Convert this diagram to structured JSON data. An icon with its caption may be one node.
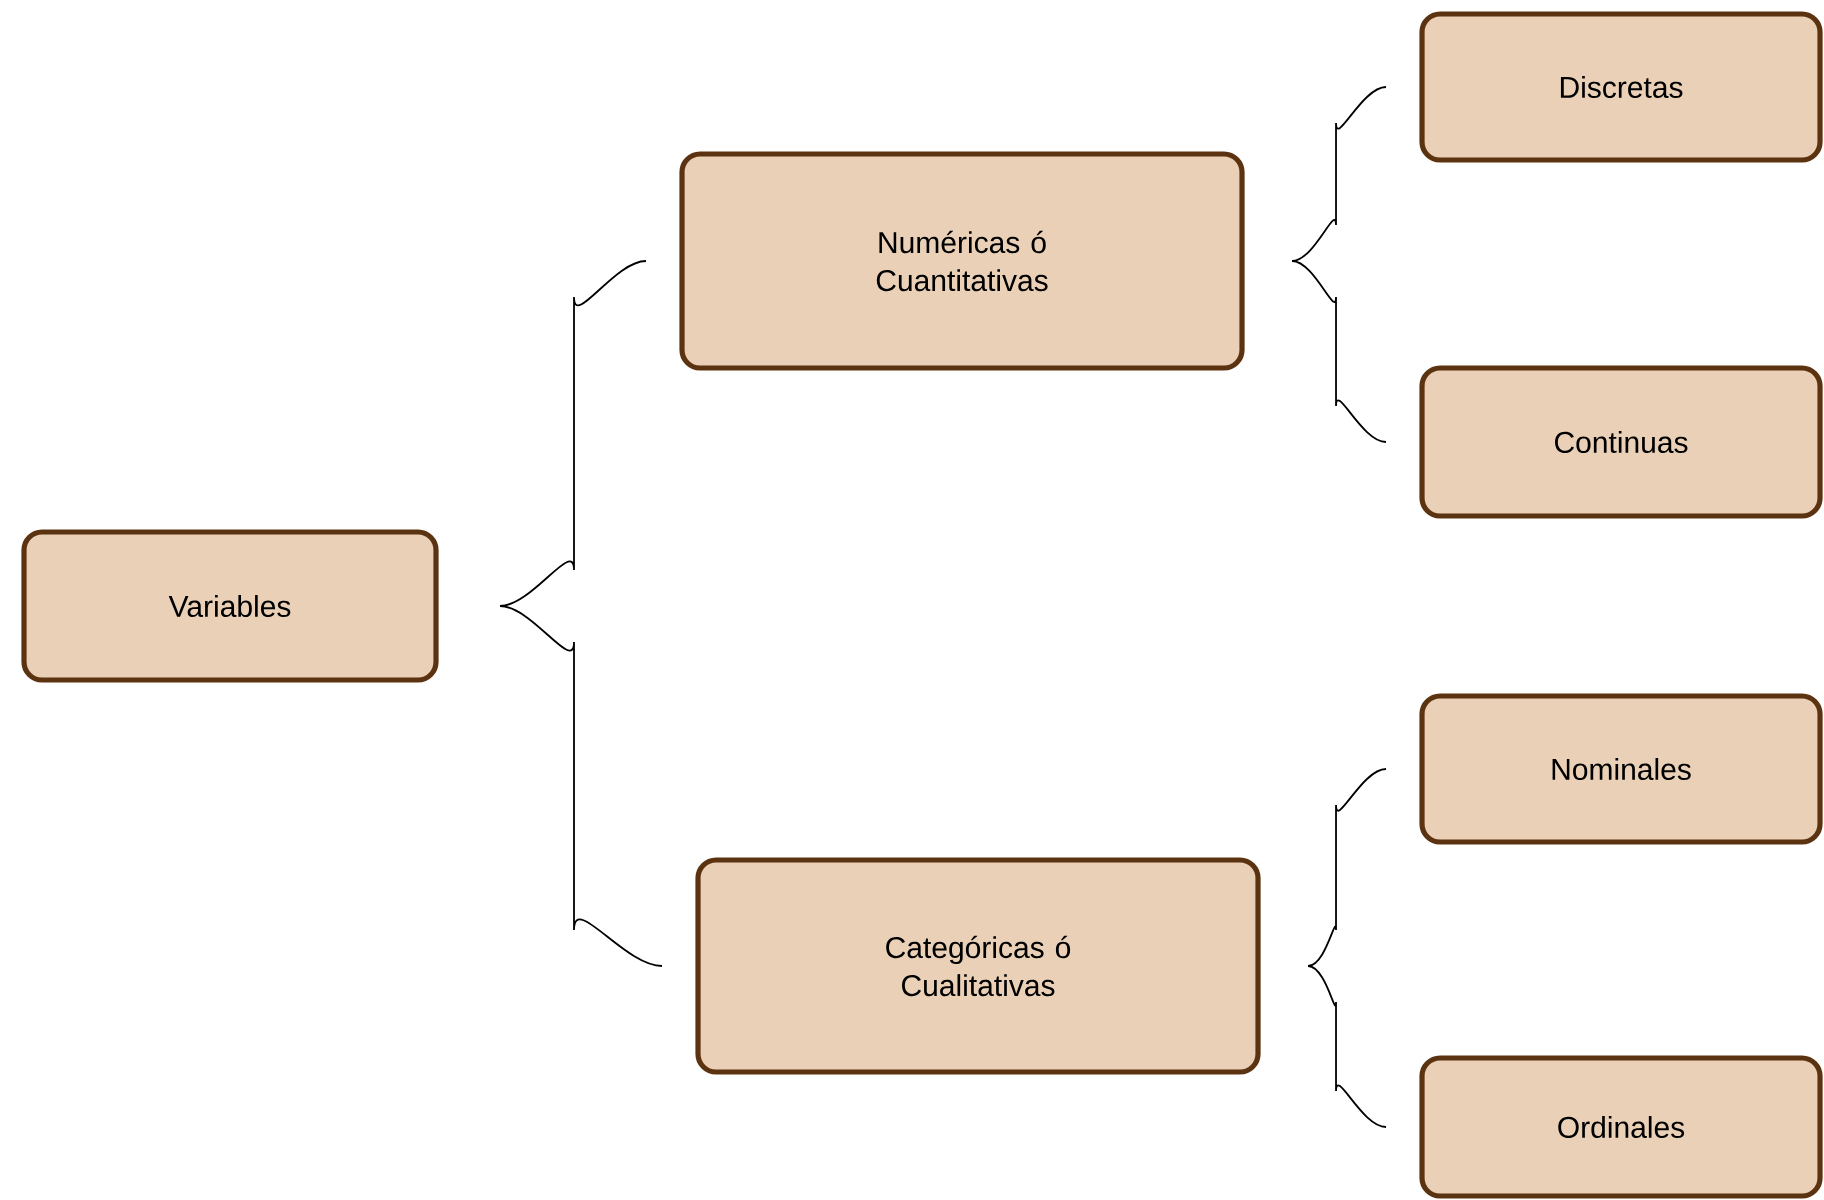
{
  "diagram": {
    "nodes": [
      {
        "text": [
          "Variables"
        ]
      },
      {
        "text": [
          "Numéricas ó Cuantitativas"
        ]
      },
      {
        "text": [
          "Categóricas ó Cualitativas"
        ]
      },
      {
        "text": [
          "Discretas"
        ]
      },
      {
        "text": [
          "Continuas"
        ]
      },
      {
        "text": [
          "Nominales"
        ]
      },
      {
        "text": [
          "Ordinales"
        ]
      }
    ],
    "edges": [
      {
        "from": 0,
        "to": 1,
        "arrow": "none"
      },
      {
        "from": 0,
        "to": 2,
        "arrow": "none"
      },
      {
        "from": 1,
        "to": 3,
        "arrow": "none"
      },
      {
        "from": 1,
        "to": 4,
        "arrow": "none"
      },
      {
        "from": 2,
        "to": 5,
        "arrow": "none"
      },
      {
        "from": 2,
        "to": 6,
        "arrow": "none"
      }
    ]
  }
}
